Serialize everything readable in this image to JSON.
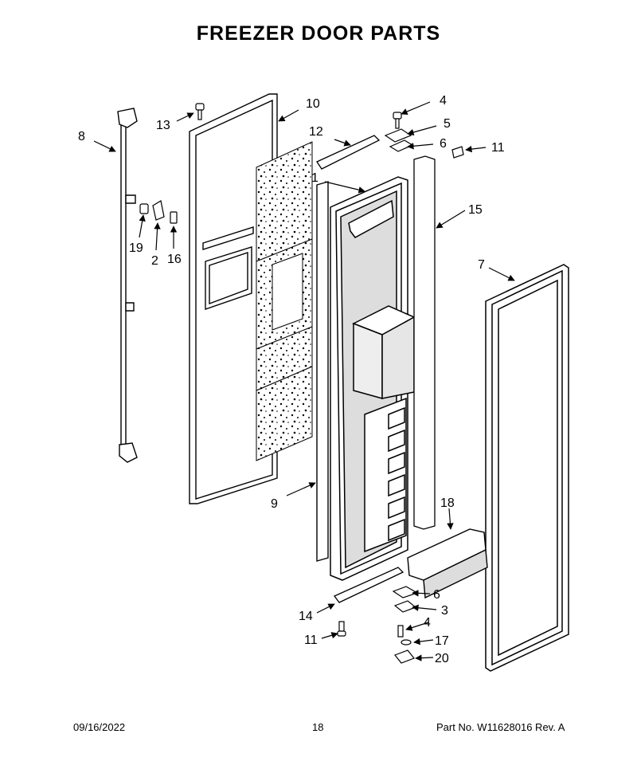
{
  "title": "FREEZER DOOR PARTS",
  "callouts": {
    "c1": "1",
    "c2": "2",
    "c3": "3",
    "c4a": "4",
    "c4b": "4",
    "c5": "5",
    "c6a": "6",
    "c6b": "6",
    "c7": "7",
    "c8": "8",
    "c9": "9",
    "c10": "10",
    "c11a": "11",
    "c11b": "11",
    "c12": "12",
    "c13": "13",
    "c14": "14",
    "c15": "15",
    "c16": "16",
    "c17": "17",
    "c18": "18",
    "c19": "19",
    "c20": "20"
  },
  "footer": {
    "date": "09/16/2022",
    "page": "18",
    "part": "Part No.  W11628016  Rev.  A"
  }
}
